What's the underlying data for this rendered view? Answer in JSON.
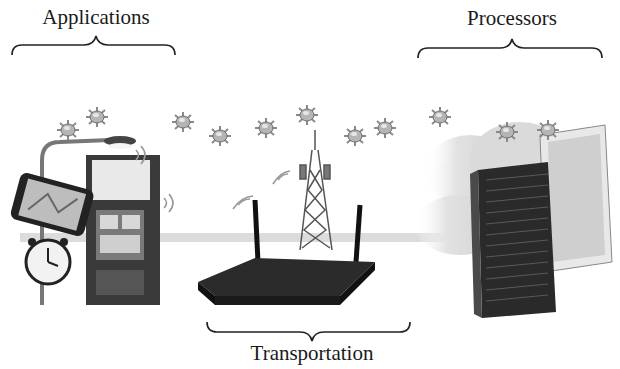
{
  "diagram": {
    "labels": [
      "Applications",
      "Processors",
      "Transportation"
    ]
  }
}
